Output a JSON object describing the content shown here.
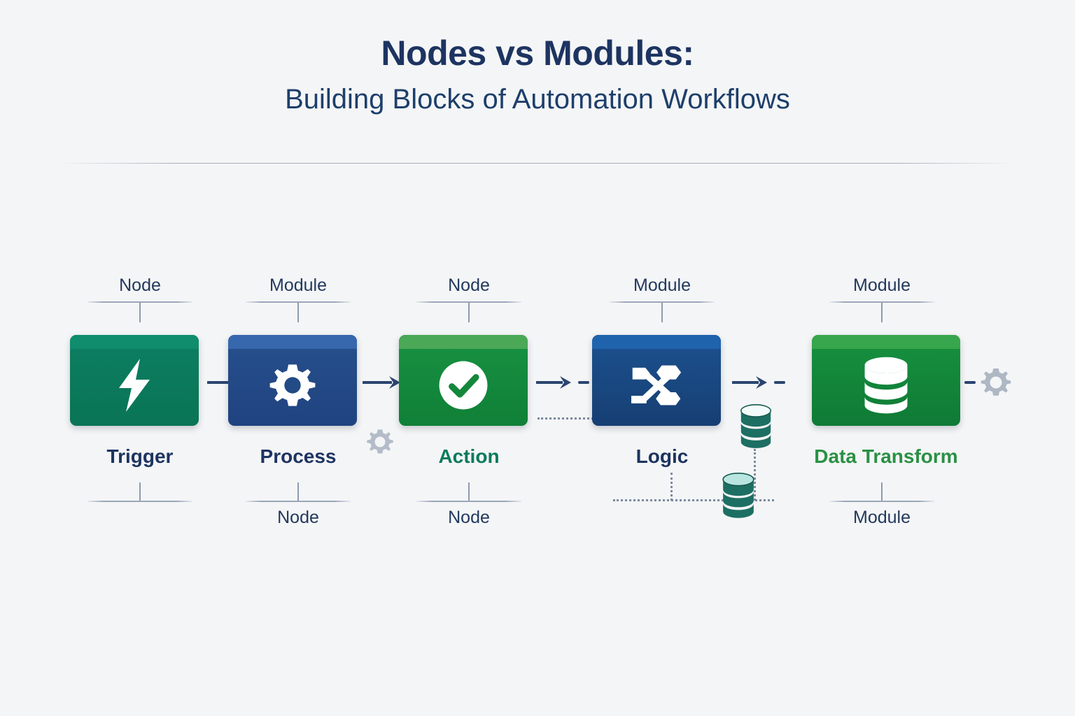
{
  "header": {
    "title": "Nodes vs Modules:",
    "subtitle": "Building Blocks of Automation Workflows"
  },
  "palette": {
    "background": "#f4f5f6",
    "title_navy": "#1d3461",
    "subtitle_navy": "#1d3f6b",
    "label_navy": "#22395e",
    "rule_gray": "#9aa6ba",
    "arrow_navy": "#2b4570",
    "teal_green": "#0a7a5e",
    "mid_blue": "#2b4f8e",
    "deep_blue": "#184a86",
    "green": "#14873c",
    "bright_green": "#2a9044",
    "gear_gray": "#aeb7c4",
    "db_teal": "#1d6f63"
  },
  "diagram": {
    "type": "workflow",
    "nodes": [
      {
        "id": "trigger",
        "title": "Trigger",
        "title_color": "#1d3461",
        "top_label": "Node",
        "bottom_label": "",
        "has_bottom_rule": true,
        "icon": "lightning-bolt-icon",
        "card_color": "#0a7a5e",
        "card_bar_color": "#0e8a6b"
      },
      {
        "id": "process",
        "title": "Process",
        "title_color": "#1d3461",
        "top_label": "Module",
        "bottom_label": "Node",
        "has_bottom_rule": true,
        "icon": "gear-icon",
        "card_color": "#234b86",
        "card_bar_color": "#3464a8"
      },
      {
        "id": "action",
        "title": "Action",
        "title_color": "#0a7a5e",
        "top_label": "Node",
        "bottom_label": "Node",
        "has_bottom_rule": true,
        "icon": "check-circle-icon",
        "card_color": "#14873c",
        "card_bar_color": "#46a454"
      },
      {
        "id": "logic",
        "title": "Logic",
        "title_color": "#1d3461",
        "top_label": "Module",
        "bottom_label": "",
        "has_bottom_rule": false,
        "icon": "shuffle-branch-icon",
        "card_color": "#194a86",
        "card_bar_color": "#1d5ea8"
      },
      {
        "id": "data-transform",
        "title": "Data Transform",
        "title_color": "#2a9044",
        "top_label": "Module",
        "bottom_label": "Module",
        "has_bottom_rule": true,
        "icon": "database-icon",
        "card_color": "#128139",
        "card_bar_color": "#35a24a"
      }
    ],
    "connectors": [
      {
        "from": "trigger",
        "to": "process",
        "style": "solid-arrow"
      },
      {
        "from": "process",
        "to": "action",
        "style": "solid-arrow"
      },
      {
        "from": "action",
        "to": "logic",
        "style": "solid-arrow-dashed"
      },
      {
        "from": "logic",
        "to": "data-transform",
        "style": "solid-arrow-dashed"
      }
    ],
    "decorations": [
      {
        "name": "gear-decoration-1",
        "icon": "gear-icon",
        "color": "#b3bcc8"
      },
      {
        "name": "gear-decoration-2",
        "icon": "gear-icon",
        "color": "#aeb7c4"
      },
      {
        "name": "database-decoration-1",
        "icon": "database-icon",
        "color": "#1d6f63"
      },
      {
        "name": "database-decoration-2",
        "icon": "database-icon",
        "color": "#1d6f63"
      }
    ]
  }
}
